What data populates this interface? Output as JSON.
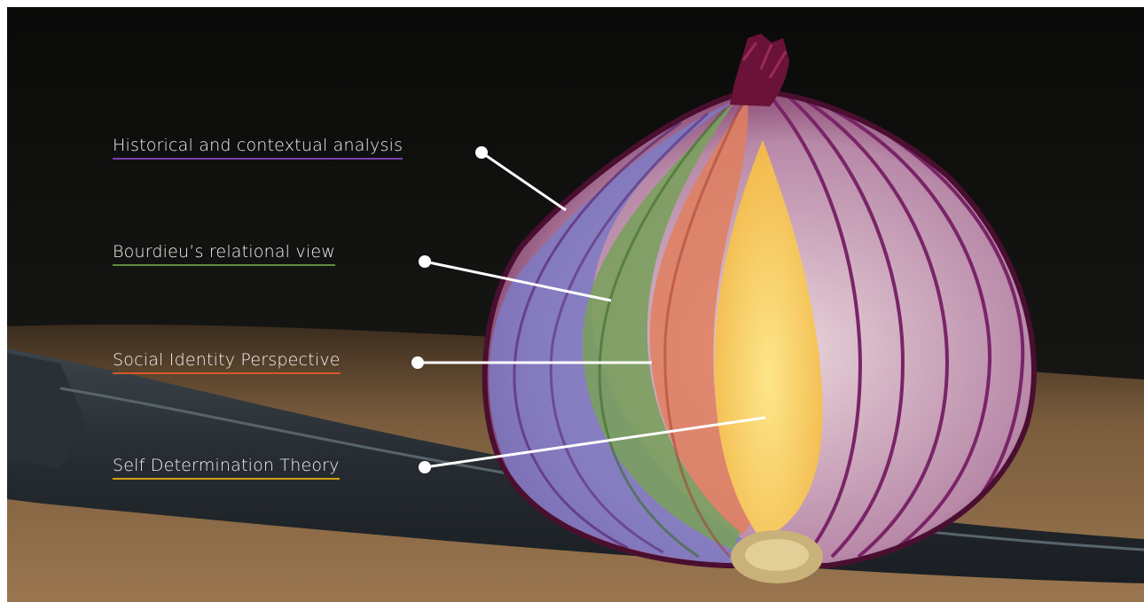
{
  "layers": {
    "historical": {
      "label": "Historical and contextual analysis",
      "color": "#7a3fb0"
    },
    "bourdieu": {
      "label": "Bourdieu’s relational view",
      "color": "#5e8e3a"
    },
    "social_identity": {
      "label": "Social Identity Perspective",
      "color": "#d4582a"
    },
    "self_determination": {
      "label": "Self Determination Theory",
      "color": "#d4a017"
    }
  },
  "colors": {
    "background": "#0d0d0c",
    "table": "#8a6a45",
    "knife": "#2b3237",
    "connector": "#ffffff"
  }
}
